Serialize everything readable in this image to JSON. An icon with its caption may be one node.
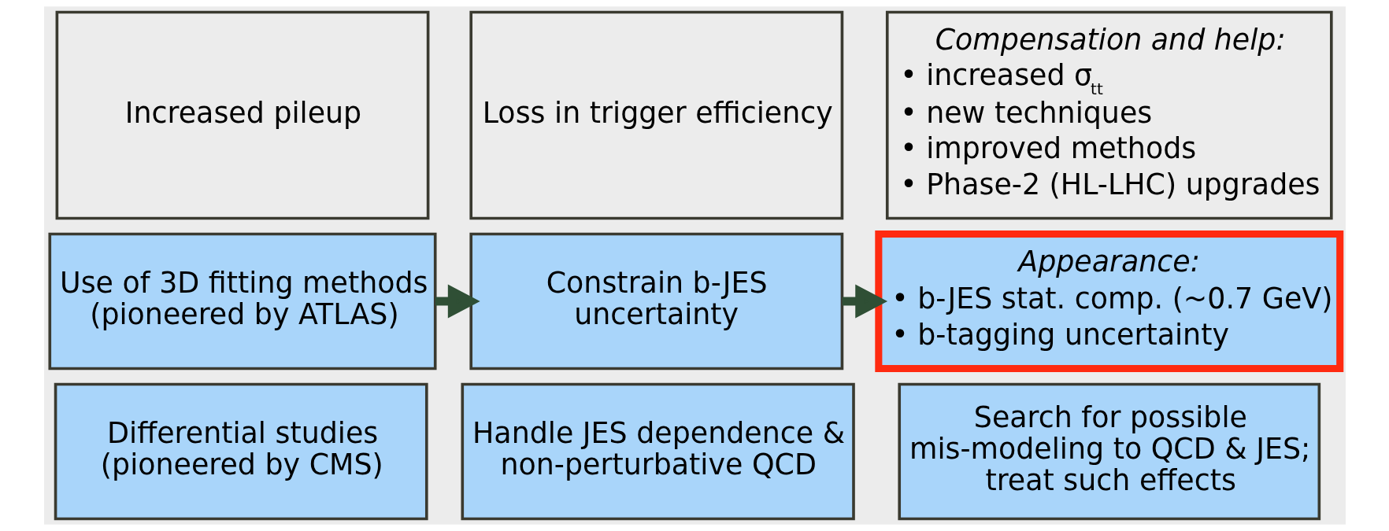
{
  "diagram": {
    "nodes": [
      {
        "text": [
          "Increased pileup"
        ]
      },
      {
        "text": [
          "Loss in trigger efficiency"
        ]
      },
      {
        "text": [
          "Compensation and help:",
          "• increased σ$_{tt}$",
          "• new techniques",
          "• improved methods",
          "• Phase-2 (HL-LHC) upgrades"
        ]
      },
      {
        "text": [
          "Use of 3D fitting methods (pioneered by ATLAS)"
        ]
      },
      {
        "text": [
          "Constrain b-JES uncertainty"
        ]
      },
      {
        "text": [
          "Appearance:",
          "• b-JES stat. comp. (~0.7 GeV)",
          "• b-tagging uncertainty"
        ]
      },
      {
        "text": [
          "Differential studies (pioneered by CMS)"
        ]
      },
      {
        "text": [
          "Handle JES dependence & non-perturbative QCD"
        ]
      },
      {
        "text": [
          "Search for possible mis-modeling to QCD & JES; treat such effects"
        ]
      }
    ],
    "edges": [
      {
        "from": 3,
        "to": 4,
        "arrow": "to"
      },
      {
        "from": 4,
        "to": 5,
        "arrow": "to"
      }
    ]
  }
}
